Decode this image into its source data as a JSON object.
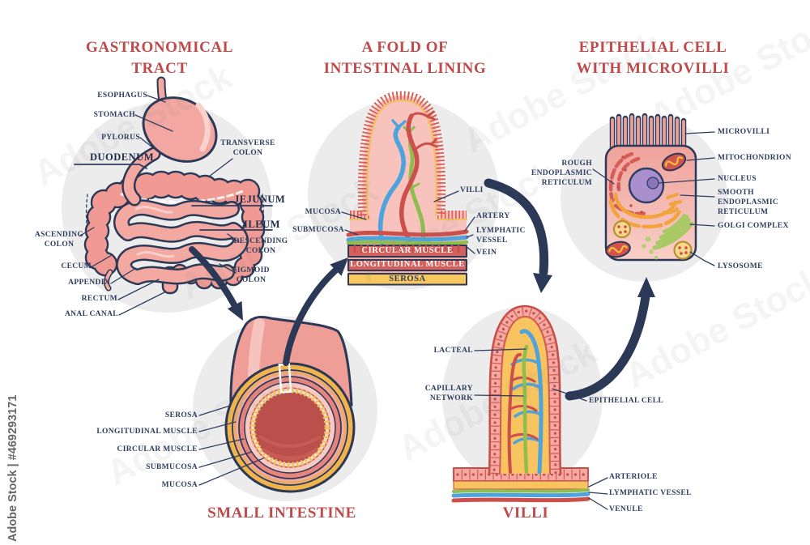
{
  "artwork": {
    "titles": {
      "gi": "GASTRONOMICAL TRACT",
      "fold": "A FOLD OF INTESTINAL LINING",
      "cell": "EPITHELIAL CELL WITH MICROVILLI",
      "small_intestine": "SMALL INTESTINE",
      "villi": "VILLI"
    },
    "gi_labels": {
      "esophagus": "ESOPHAGUS",
      "stomach": "STOMACH",
      "pylorus": "PYLORUS",
      "duodenum": "DUODENUM",
      "transverse_colon": "TRANSVERSE COLON",
      "jejunum": "JEJUNUM",
      "ileum": "ILEUM",
      "ascending_colon": "ASCENDING COLON",
      "descending_colon": "DESCENDING COLON",
      "cecum": "CECUM",
      "sigmoid_colon": "SIGMOID COLON",
      "appendix": "APPENDIX",
      "rectum": "RECTUM",
      "anal_canal": "ANAL CANAL"
    },
    "fold_labels": {
      "villi": "VILLI",
      "mucosa": "MUCOSA",
      "submucosa": "SUBMUCOSA",
      "artery": "ARTERY",
      "lymphatic_vessel": "LYMPHATIC VESSEL",
      "vein": "VEIN",
      "circular_muscle": "CIRCULAR MUSCLE",
      "longitudinal_muscle": "LONGITUDINAL MUSCLE",
      "serosa": "SEROSA"
    },
    "cell_labels": {
      "microvilli": "MICROVILLI",
      "mitochondrion": "MITOCHONDRION",
      "rough_er": "ROUGH ENDOPLASMIC RETICULUM",
      "nucleus": "NUCLEUS",
      "smooth_er": "SMOOTH ENDOPLASMIC RETICULUM",
      "golgi": "GOLGI COMPLEX",
      "lysosome": "LYSOSOME"
    },
    "si_labels": {
      "serosa": "SEROSA",
      "longitudinal_muscle": "LONGITUDINAL MUSCLE",
      "circular_muscle": "CIRCULAR MUSCLE",
      "submucosa": "SUBMUCOSA",
      "mucosa": "MUCOSA"
    },
    "villi_labels": {
      "lacteal": "LACTEAL",
      "capillary_network": "CAPILLARY NETWORK",
      "epithelial_cell": "EPITHELIAL CELL",
      "arteriole": "ARTERIOLE",
      "lymphatic_vessel": "LYMPHATIC VESSEL",
      "venule": "VENULE"
    }
  },
  "watermark": {
    "diagonal_text": "Adobe Stock",
    "id_label": "Adobe Stock | #469293171"
  },
  "colors": {
    "title_red": "#bf4a4a",
    "label_navy": "#2e3d5e",
    "outline_navy": "#2c3956",
    "intestine_pink": "#f3a8a2",
    "serosa_yellow": "#f5c35c",
    "muscle_red": "#d6615c",
    "vessel_red": "#cc4f4c",
    "vessel_blue": "#4da3dd",
    "vessel_green": "#8fbe4e",
    "nucleus_purple": "#a98fcd",
    "bg_circle_gray": "#ececec"
  }
}
